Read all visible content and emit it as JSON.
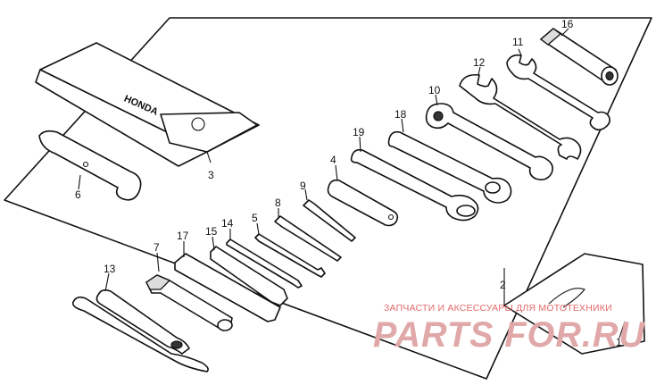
{
  "callouts": {
    "c1": "1",
    "c2": "2",
    "c3": "3",
    "c4": "4",
    "c5": "5",
    "c6": "6",
    "c7": "7",
    "c8": "8",
    "c9": "9",
    "c10": "10",
    "c11": "11",
    "c12": "12",
    "c13": "13",
    "c14": "14",
    "c15": "15",
    "c16": "16",
    "c17": "17",
    "c18": "18",
    "c19": "19"
  },
  "pouch_label": "HONDA",
  "watermark": {
    "caption": "ЗАПЧАСТИ И АКСЕССУАРЫ ДЛЯ МОТОТЕХНИКИ",
    "logo": "PARTS FOR.RU"
  }
}
